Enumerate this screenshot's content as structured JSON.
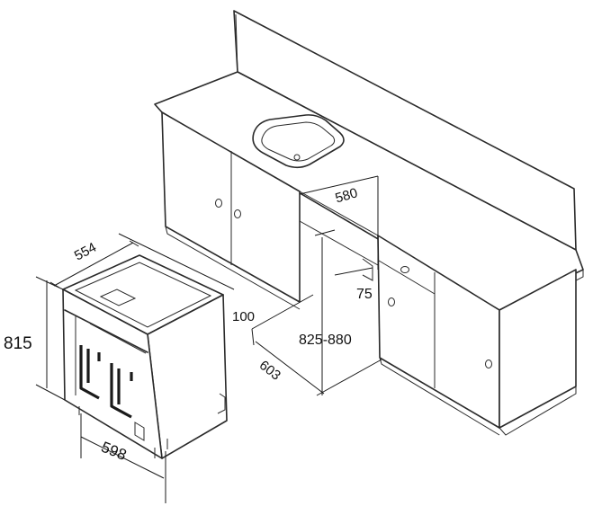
{
  "dimensions": {
    "depth": "554",
    "height": "815",
    "width": "598",
    "niche_depth": "580",
    "plinth_recess": "75",
    "plinth_height": "100",
    "niche_height": "825-880",
    "niche_width": "603"
  },
  "colors": {
    "line": "#2a2a2a",
    "background": "#ffffff"
  }
}
